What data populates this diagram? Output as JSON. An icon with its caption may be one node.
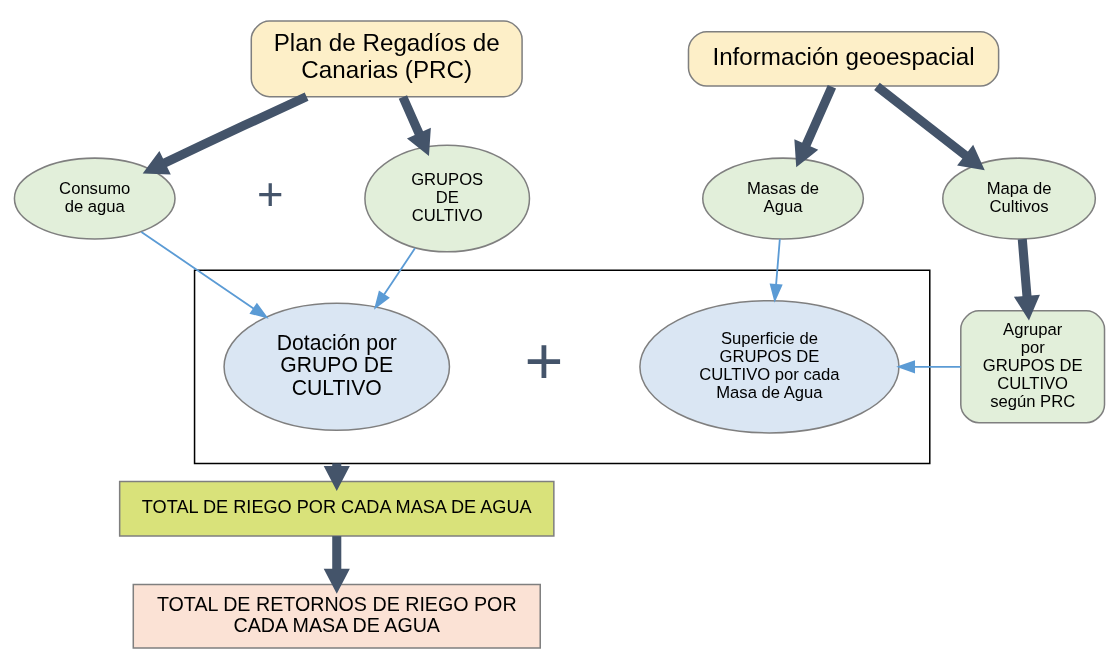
{
  "diagram": {
    "nodes": [
      {
        "text": [
          "Plan de Regadíos de Canarias (PRC)"
        ]
      },
      {
        "text": [
          "Información geoespacial"
        ]
      },
      {
        "text": [
          "Consumo de agua"
        ]
      },
      {
        "text": [
          "GRUPOS DE CULTIVO"
        ]
      },
      {
        "text": [
          "Masas de Agua"
        ]
      },
      {
        "text": [
          "Mapa de Cultivos"
        ]
      },
      {
        "text": [],
        "shape": "box"
      },
      {
        "text": [
          "Dotación por GRUPO DE CULTIVO"
        ],
        "in": 6
      },
      {
        "text": [
          "Superficie de GRUPOS DE CULTIVO por cada Masa de Agua"
        ],
        "in": 6
      },
      {
        "text": [
          "Agrupar por GRUPOS DE CULTIVO según PRC"
        ]
      },
      {
        "text": [
          "TOTAL DE RIEGO POR CADA MASA DE AGUA"
        ]
      },
      {
        "text": [
          "TOTAL DE RETORNOS DE RIEGO POR CADA MASA DE AGUA"
        ]
      }
    ],
    "edges": [
      {
        "from": 0,
        "to": 2,
        "arrow": "to"
      },
      {
        "from": 0,
        "to": 3,
        "arrow": "to"
      },
      {
        "from": 1,
        "to": 4,
        "arrow": "to"
      },
      {
        "from": 1,
        "to": 5,
        "arrow": "to"
      },
      {
        "from": 2,
        "to": 7,
        "arrow": "to",
        "color": "#5b9bd5"
      },
      {
        "from": 3,
        "to": 7,
        "arrow": "to",
        "color": "#5b9bd5"
      },
      {
        "from": 4,
        "to": 8,
        "arrow": "to",
        "color": "#5b9bd5"
      },
      {
        "from": 5,
        "to": 9,
        "arrow": "to"
      },
      {
        "from": 9,
        "to": 8,
        "arrow": "to",
        "color": "#5b9bd5"
      },
      {
        "from": 6,
        "to": 10,
        "arrow": "to"
      },
      {
        "from": 10,
        "to": 11,
        "arrow": "to"
      }
    ],
    "labels": [
      "+",
      "+"
    ]
  }
}
